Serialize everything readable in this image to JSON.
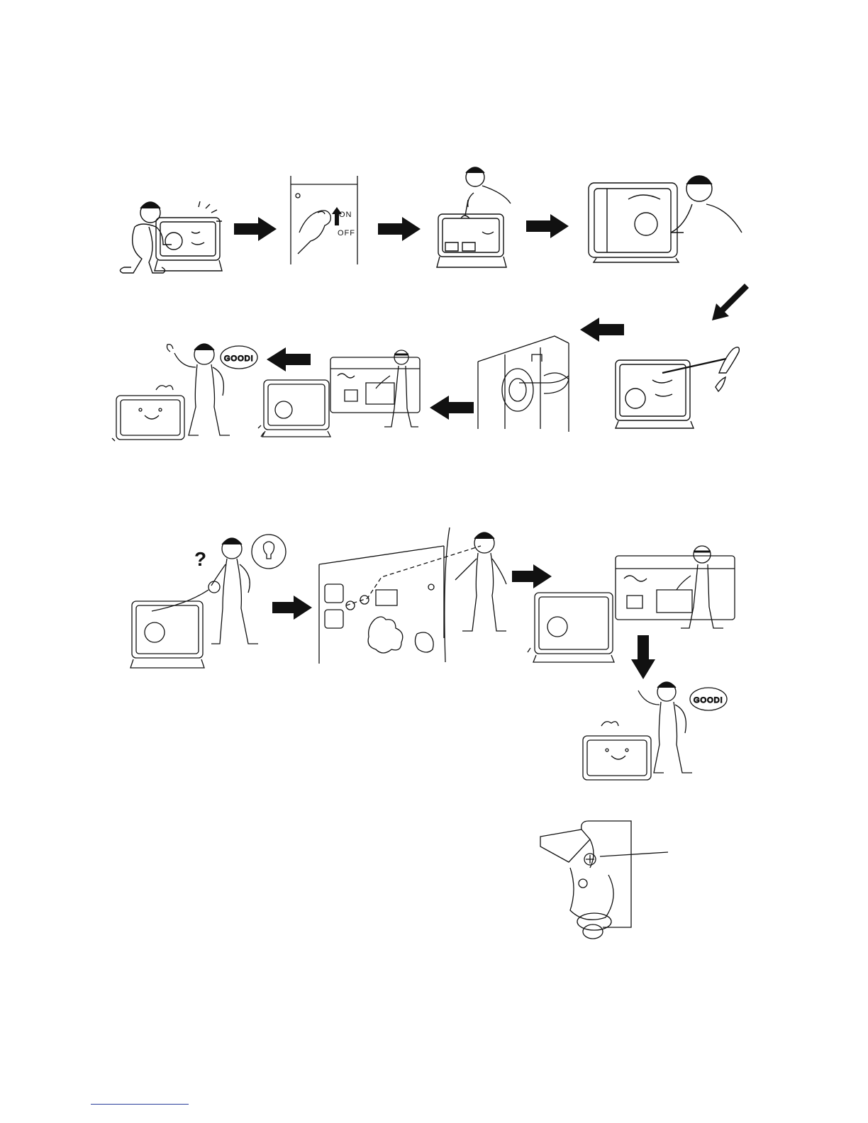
{
  "switch": {
    "on_label": "ON",
    "off_label": "OFF"
  },
  "speech": {
    "good_1": "GOOD!",
    "good_2": "GOOD!"
  },
  "question_mark": "?",
  "icons": {
    "arrow": "black-block-arrow",
    "generator": "portable-generator",
    "lightbulb": "lightbulb-icon"
  },
  "colors": {
    "ink": "#111111",
    "paper": "#ffffff",
    "footer_link": "#2b3f9b"
  }
}
